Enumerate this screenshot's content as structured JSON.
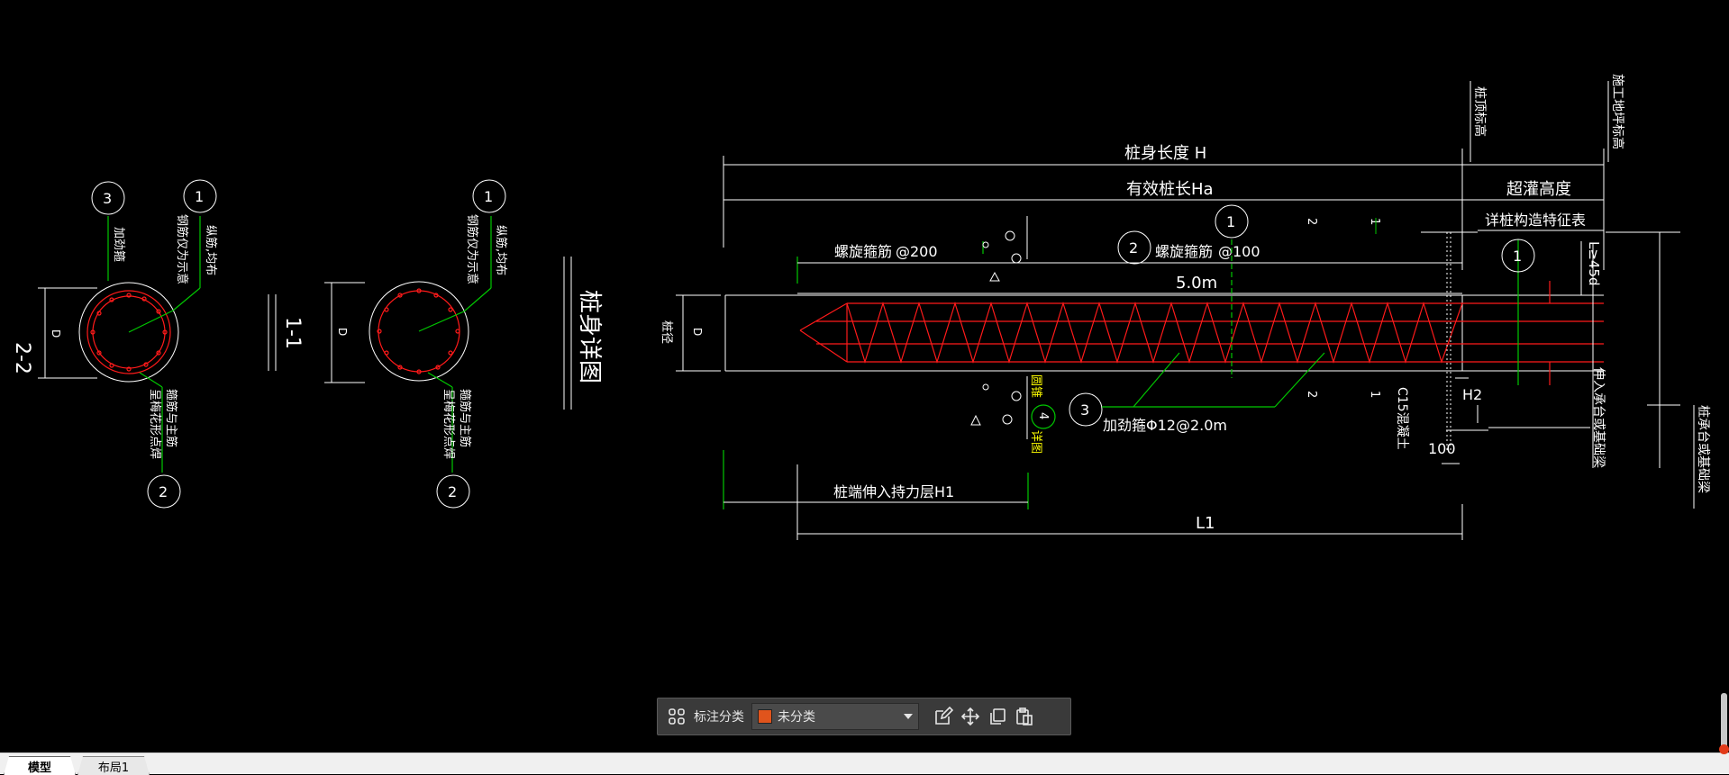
{
  "drawing": {
    "title": "桩身详图",
    "section_22": {
      "label": "2-2",
      "dim_d": "D",
      "callout_1": "1",
      "callout_2": "2",
      "callout_3": "3",
      "note_top_a": "纵筋,均布",
      "note_top_b": "钢筋仅为示意",
      "note_3": "加劲箍",
      "note_bottom_a": "箍筋与主筋",
      "note_bottom_b": "呈梅花形点焊"
    },
    "section_11": {
      "label": "1-1",
      "dim_d": "D",
      "callout_1": "1",
      "callout_2": "2",
      "note_top_a": "纵筋,均布",
      "note_top_b": "钢筋仅为示意",
      "note_bottom_a": "箍筋与主筋",
      "note_bottom_b": "呈梅花形点焊"
    },
    "elevation": {
      "pile_body_length": "桩身长度 H",
      "effective_length": "有效桩长Ha",
      "over_pour_height": "超灌高度",
      "detail_table_note": "详桩构造特征表",
      "pile_top_elev": "桩顶标高",
      "construction_ground_elev": "施工地坪标高",
      "spiral_stirrup_200": "螺旋箍筋",
      "spacing_200": "@200",
      "callout_2": "2",
      "spiral_stirrup_100": "螺旋箍筋",
      "spacing_100": "@100",
      "callout_1_top": "1",
      "callout_1_right": "1",
      "len_5m": "5.0m",
      "anchor_len": "L≥45d",
      "pile_diameter": "桩径",
      "dim_d": "D",
      "callout_3": "3",
      "stiffener": "加劲箍Φ12@2.0m",
      "cone_text_a": "圆锥",
      "cone_callout_4": "4",
      "cone_text_b": "详图",
      "h2": "H2",
      "c15": "C15混凝土",
      "dim_100": "100",
      "cap_bottom_right": "伸入承台或基础梁",
      "cap_bottom_far": "桩承台或基础梁",
      "end_into_bearing": "桩端伸入持力层H1",
      "l1": "L1",
      "sec_mark_1": "1",
      "sec_mark_2": "2"
    }
  },
  "toolbar": {
    "category_label": "标注分类",
    "category_value": "未分类",
    "swatch_color": "#e0541c"
  },
  "tabs": [
    {
      "label": "模型"
    },
    {
      "label": "布局1"
    }
  ]
}
